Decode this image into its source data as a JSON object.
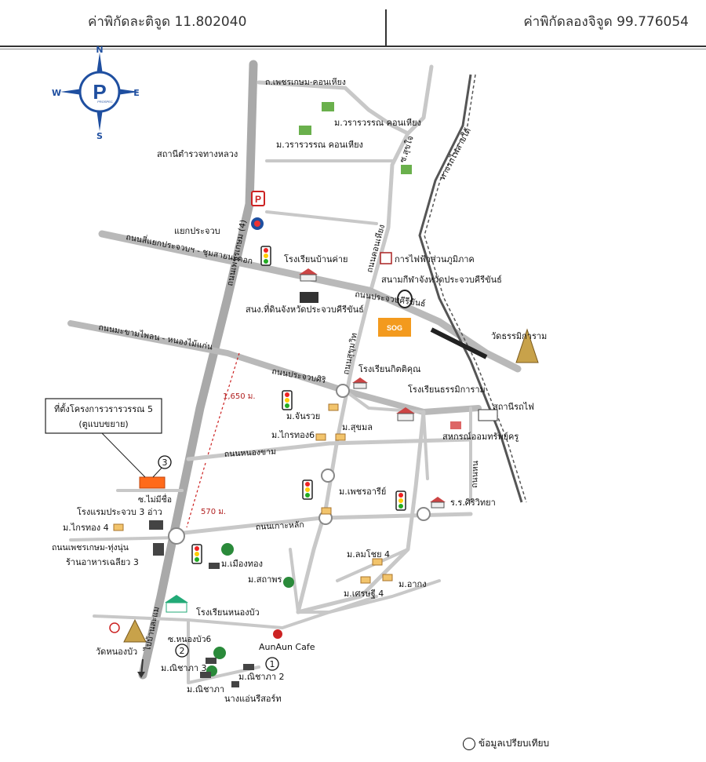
{
  "header": {
    "latitude": "ค่าพิกัดละติจูด 11.802040",
    "longitude": "ค่าพิกัดลองจิจูด 99.776054"
  },
  "compass": {
    "n": "N",
    "s": "S",
    "e": "E",
    "w": "W",
    "logo_letter": "P",
    "logo_sub": "PROSPEC"
  },
  "roads": {
    "petchkasem_konhiang": "ถ.เพชรเกษม-คอนเหียง",
    "si_yaek": "ถนนสี่แยกประจวบฯ - ชุมสายนะคอก",
    "main_vertical": "ถนนเพชรเกษม (4)",
    "mazam_hongmai": "ถนนมะขามไพลน - หนองไม้แก่น",
    "prachuap_1": "ถนนประจวบคีรีขันธ์",
    "prachuap_2": "ถนนประจวบศิริ",
    "nong_kham": "ถนนหนองขาม",
    "ko_lak": "ถนนเกาะหลัก",
    "petch_thung": "ถนนเพชรเกษม-ทุ่งนุ่น",
    "to_ban": "ไปบ้านละแม",
    "kon_hiang_road": "ถนนคอนเหียง",
    "sukhumvit_vert": "ถนนสุขุมวิท",
    "soi_sukchai": "ซ.สุขใจ",
    "railway": "ทางรถไฟสายใต้",
    "soi_mai_mee_chue": "ซ.ไม่มีชื่อ",
    "soi_nongbua": "ซ.หนองบัว6",
    "nong_road": "ถนนหน"
  },
  "places": {
    "police": "สถานีตำรวจทางหลวง",
    "yaek": "แยกประจวบ",
    "school_bankai": "โรงเรียนบ้านค่าย",
    "pea": "การไฟฟ้าส่วนภูมิภาค",
    "stadium": "สนามกีฬาจังหวัดประจวบคีรีขันธ์",
    "land_office": "สนง.ที่ดินจังหวัดประจวบคีรีขันธ์",
    "wat": "วัดธรรมิการาม",
    "school_kitti": "โรงเรียนกิตติคุณ",
    "school_thammi": "โรงเรียนธรรมิการาม",
    "station": "สถานีรถไฟ",
    "coop": "สหกรณ์ออมทรัพย์ครู",
    "m_wararom1": "ม.วรารวรรณ คอนเหียง",
    "m_wararom2": "ม.วรารวรรณ คอนเหียง",
    "m_chanruay": "ม.จันรวย",
    "m_kraithong": "ม.ไกรทอง6",
    "m_sukmon": "ม.สุขมล",
    "m_petcharee": "ม.เพชรอารีย์",
    "school_sriwit": "ร.ร.ศิริวิทยา",
    "hotel": "โรงแรมประจวบ 3 อ่าว",
    "m_kraithong4": "ม.ไกรทอง 4",
    "restaurant": "ร้านอาหารเฉลียว 3",
    "m_muangthong": "ม.เมืองทอง",
    "m_sathaporn": "ม.สถาพร",
    "m_lomchai": "ม.ลมโชย 4",
    "m_kitti4": "ม.เศรษฐี 4",
    "m_akong": "ม.อากง",
    "school_nongbua": "โรงเรียนหนองบัว",
    "wat_nongbua": "วัดหนองบัว",
    "aunaun": "AunAun Cafe",
    "m_nichapa3": "ม.ณิชาภา 3",
    "m_nichapa2": "ม.ณิชาภา 2",
    "m_nichapa": "ม.ณิชาภา",
    "resort": "นางแอ่นรีสอร์ท",
    "sog": "SOG"
  },
  "project": {
    "box_line1": "ที่ตั้งโครงการวรารวรรณ 5",
    "box_line2": "(ตูแบบขยาย)",
    "num3": "3",
    "num2": "2",
    "num1": "1"
  },
  "distances": {
    "d1": "1,650 ม.",
    "d2": "570 ม."
  },
  "legend": {
    "label": "ข้อมูลเปรียบเทียบ"
  },
  "colors": {
    "road_main": "#9a9a9a",
    "road": "#c8c8c8",
    "project": "#ff6a1a",
    "sog": "#f39a1e",
    "dist": "#cc2020",
    "compass_blue": "#1f4fa0"
  }
}
